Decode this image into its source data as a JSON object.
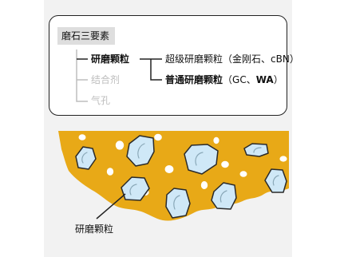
{
  "composition": {
    "title": "磨石三要素",
    "items": [
      {
        "label": "研磨颗粒",
        "emphasis": "bold"
      },
      {
        "label": "结合剂",
        "emphasis": "muted"
      },
      {
        "label": "气孔",
        "emphasis": "muted"
      }
    ],
    "abrasive_types": [
      {
        "prefix": "超级研磨颗粒",
        "detail": "（金刚石、cBN）",
        "emphasis": "normal"
      },
      {
        "prefix": "普通研磨颗粒",
        "detail_open": "（GC、",
        "detail_bold": "WA",
        "detail_close": "）",
        "emphasis": "bold"
      }
    ]
  },
  "illustration": {
    "callout_label": "研磨颗粒",
    "colors": {
      "bond": "#e8a917",
      "grain_fill": "#cfe8f7",
      "grain_stroke": "#2a2a2a",
      "pore": "#ffffff",
      "panel_background": "#f2f2f2",
      "badge_background": "#dedede"
    }
  }
}
